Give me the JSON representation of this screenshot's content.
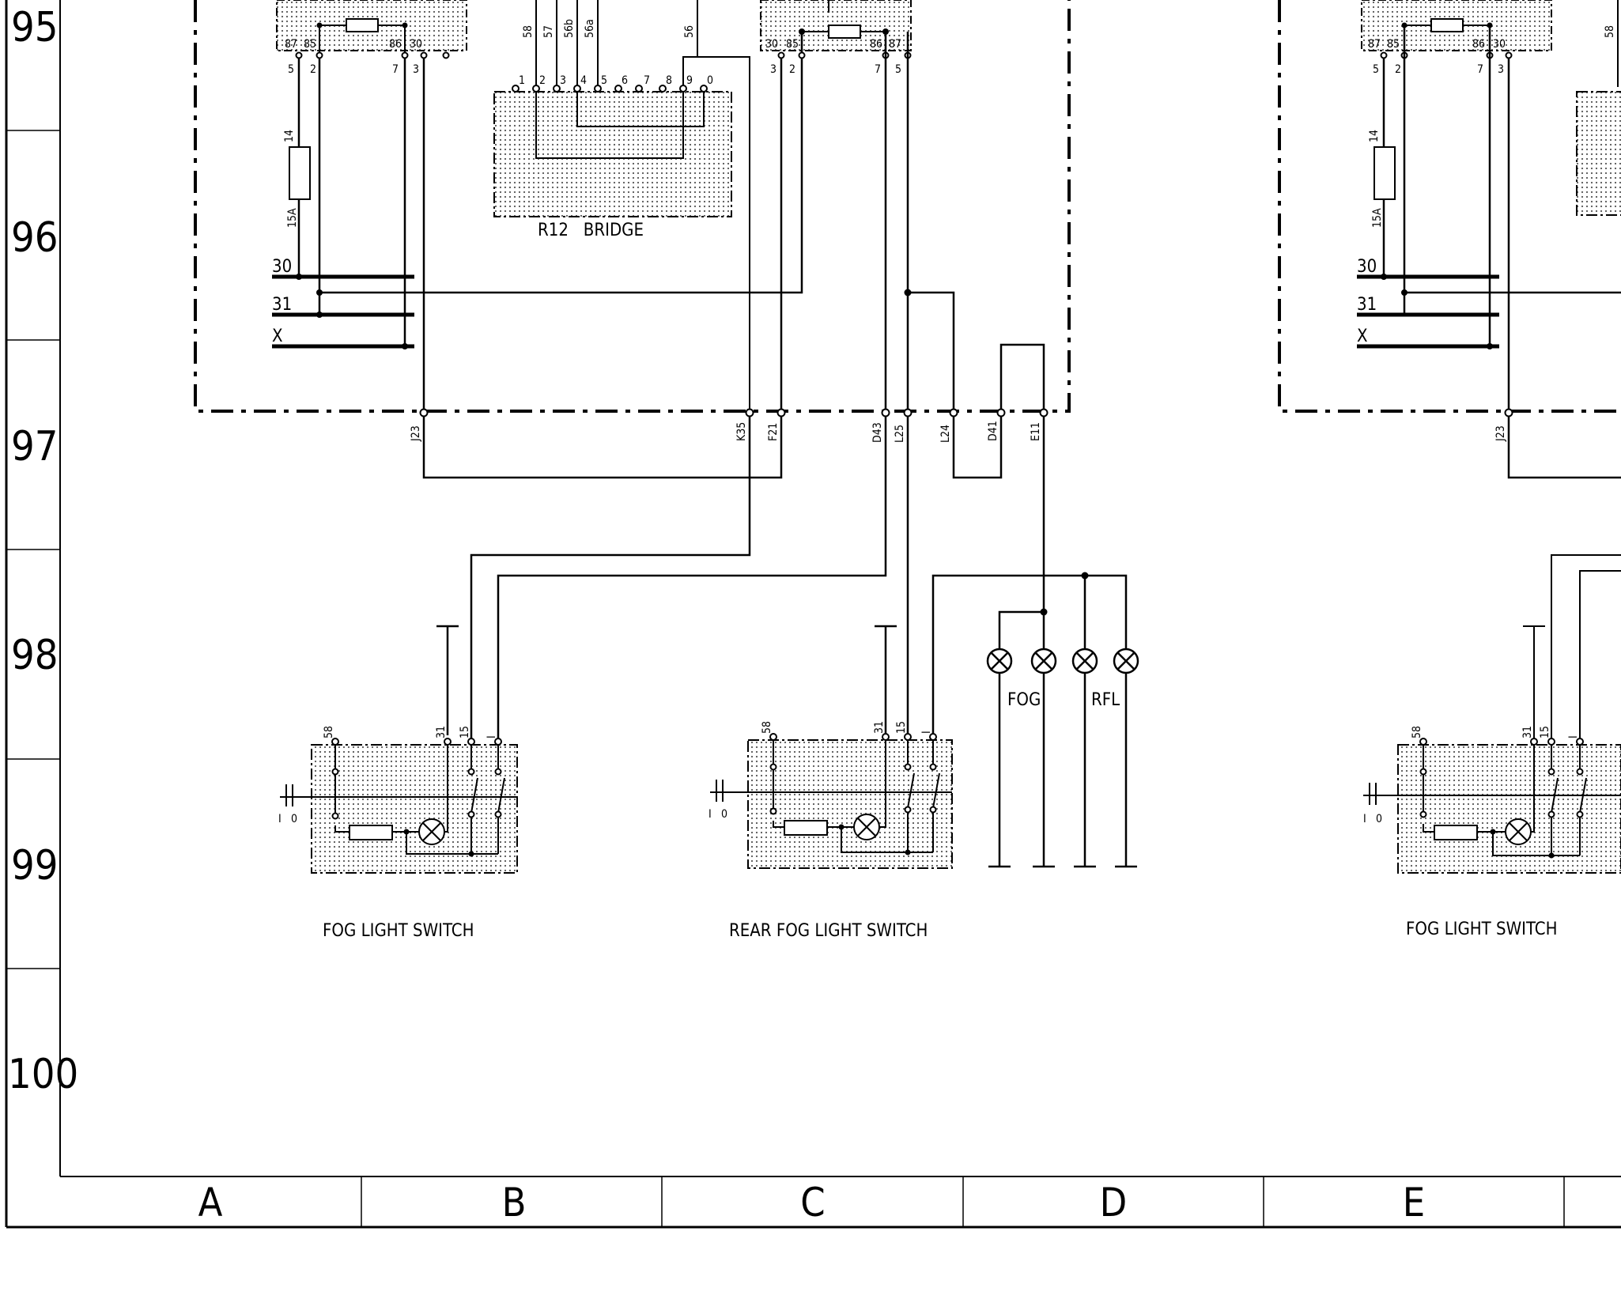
{
  "rows": [
    "95",
    "96",
    "97",
    "98",
    "99",
    "100"
  ],
  "columns": [
    "A",
    "B",
    "C",
    "D",
    "E"
  ],
  "relay_left": {
    "pins_top": [
      "87",
      "85",
      "86",
      "30"
    ],
    "pins_bottom": [
      "5",
      "2",
      "7",
      "3"
    ],
    "fuse_number": "14",
    "fuse_rating": "15A",
    "bus_labels": [
      "30",
      "31",
      "X"
    ]
  },
  "relay_center": {
    "pins_top": [
      "30",
      "85",
      "86",
      "87"
    ],
    "pins_bottom": [
      "3",
      "2",
      "7",
      "5"
    ]
  },
  "bridge": {
    "label": "R12   BRIDGE",
    "top_labels": [
      "58",
      "57",
      "56b",
      "56a",
      "56"
    ],
    "pins": [
      "1",
      "2",
      "3",
      "4",
      "5",
      "6",
      "7",
      "8",
      "9",
      "0"
    ]
  },
  "connectors": [
    "J23",
    "K35",
    "F21",
    "D43",
    "L25",
    "L24",
    "D41",
    "E11"
  ],
  "lamps": {
    "fog": "FOG",
    "rear_fog": "RFL"
  },
  "switch_pins": [
    "58",
    "31",
    "15",
    "I"
  ],
  "switch_positions": [
    "I",
    "0"
  ],
  "captions": {
    "fog_switch": "FOG LIGHT SWITCH",
    "rear_fog_switch": "REAR FOG LIGHT SWITCH",
    "fog_switch_right": "FOG LIGHT SWITCH"
  },
  "right_duplicate": {
    "pins_top": [
      "87",
      "85",
      "86",
      "30"
    ],
    "pins_bottom": [
      "5",
      "2",
      "7",
      "3"
    ],
    "fuse_number": "14",
    "fuse_rating": "15A",
    "bus_labels": [
      "30",
      "31",
      "X"
    ],
    "connector": "J23",
    "partial_label": "58"
  }
}
